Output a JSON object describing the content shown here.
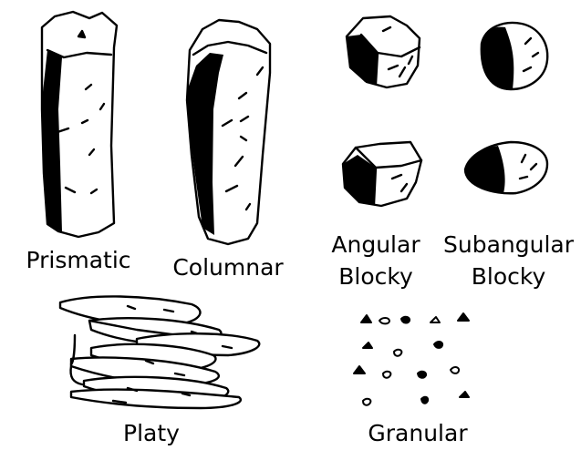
{
  "colors": {
    "ink": "#000000",
    "paper": "#ffffff"
  },
  "structures": [
    {
      "id": "prismatic",
      "label": "Prismatic"
    },
    {
      "id": "columnar",
      "label": "Columnar"
    },
    {
      "id": "angular_blocky",
      "label_lines": [
        "Angular",
        "Blocky"
      ]
    },
    {
      "id": "subangular_blocky",
      "label_lines": [
        "Subangular",
        "Blocky"
      ]
    },
    {
      "id": "platy",
      "label": "Platy"
    },
    {
      "id": "granular",
      "label": "Granular"
    }
  ]
}
